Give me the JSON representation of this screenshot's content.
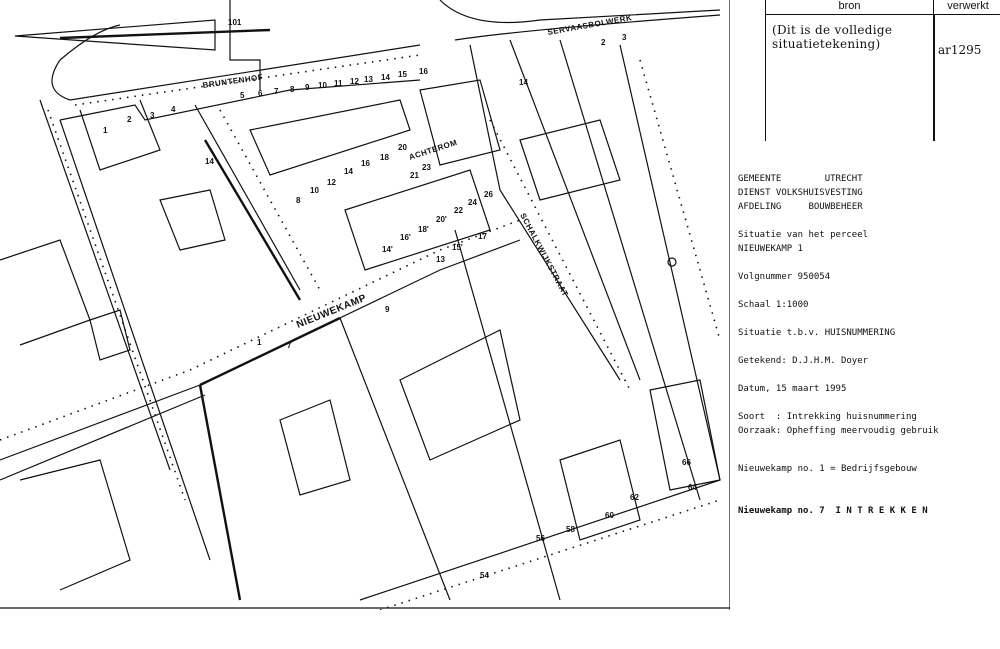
{
  "table": {
    "headers": {
      "bron": "bron",
      "verwerkt": "verwerkt"
    },
    "bron": "(Dit is de volledige\nsituatietekening)",
    "verwerkt": "ar1295"
  },
  "info": {
    "org_line1": "GEMEENTE        UTRECHT",
    "org_line2": "DIENST VOLKSHUISVESTING",
    "org_line3": "AFDELING     BOUWBEHEER",
    "situatie_title": "Situatie van het perceel",
    "perceel": "NIEUWEKAMP 1",
    "volgnummer": "Volgnummer 950054",
    "schaal": "Schaal 1:1000",
    "doel": "Situatie t.b.v. HUISNUMMERING",
    "getekend": "Getekend: D.J.H.M. Doyer",
    "datum": "Datum, 15 maart 1995",
    "soort": "Soort  : Intrekking huisnummering",
    "oorzaak": "Oorzaak: Opheffing meervoudig gebruik",
    "note1": "Nieuwekamp no. 1 = Bedrijfsgebouw",
    "note2": "Nieuwekamp no. 7  I N T R E K K E N"
  },
  "map": {
    "streets": {
      "bruntenhof": "BRUNTENHOF",
      "achterom": "ACHTEROM",
      "nieuwekamp": "NIEUWEKAMP",
      "servaasbolwerk": "SERVAASBOLWERK",
      "schalkwijkstraat": "SCHALKWIJKSTRAAT"
    },
    "house_numbers": [
      "101",
      "5",
      "6",
      "7",
      "8",
      "9",
      "10",
      "11",
      "12",
      "13",
      "14",
      "15",
      "16",
      "1",
      "2",
      "3",
      "4",
      "14",
      "20",
      "18",
      "16",
      "14",
      "12",
      "10",
      "8",
      "21",
      "23",
      "26",
      "24",
      "22",
      "20'",
      "18'",
      "16'",
      "14'",
      "15'",
      "17",
      "13",
      "9",
      "1",
      "7",
      "14",
      "2",
      "3",
      "64",
      "66",
      "60",
      "58",
      "56",
      "54",
      "62"
    ]
  }
}
